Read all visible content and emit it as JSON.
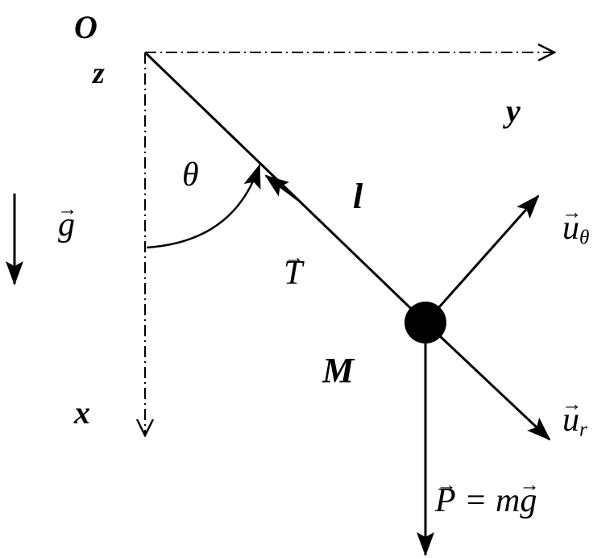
{
  "labels": {
    "origin": "O",
    "z_axis": "z",
    "y_axis": "y",
    "x_axis": "x",
    "angle": "θ",
    "length": "l",
    "gravity": "g",
    "tension": "T",
    "u_theta_base": "u",
    "u_theta_sub": "θ",
    "mass": "M",
    "u_r_base": "u",
    "u_r_sub": "r",
    "weight_lhs": "P",
    "weight_eq": " = m",
    "weight_rhs": "g"
  }
}
